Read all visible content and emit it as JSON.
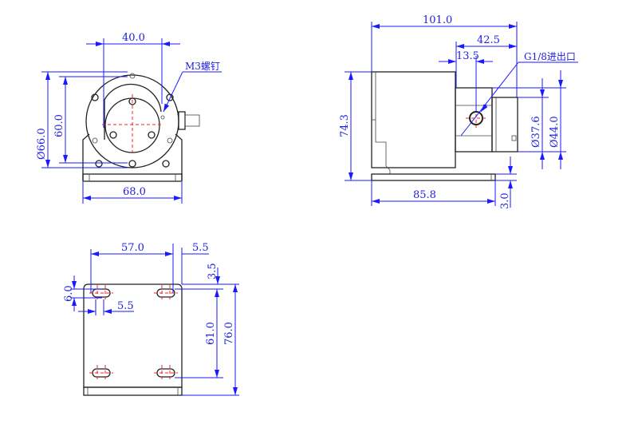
{
  "front_view": {
    "dim_width_top": "40.0",
    "dim_diameter_outer": "Ø66.0",
    "dim_height_60": "60.0",
    "dim_base_width": "68.0",
    "callout_screw": "M3螺钉"
  },
  "side_view": {
    "dim_total_length": "101.0",
    "dim_head_length": "42.5",
    "dim_port_offset": "13.5",
    "callout_port": "G1/8进出口",
    "dim_height": "74.3",
    "dim_diameter_37": "Ø37.6",
    "dim_diameter_44": "Ø44.0",
    "dim_base_length": "85.8",
    "dim_plate_thickness": "3.0"
  },
  "bottom_view": {
    "dim_hole_spacing_x": "57.0",
    "dim_edge_offset_x": "5.5",
    "dim_edge_offset_y": "3.5",
    "dim_slot_height": "6.0",
    "dim_slot_width": "5.5",
    "dim_hole_spacing_y": "61.0",
    "dim_plate_length": "76.0"
  },
  "colors": {
    "dimension": "#1a1aff",
    "centerline": "#ff2020",
    "outline": "#222222"
  }
}
